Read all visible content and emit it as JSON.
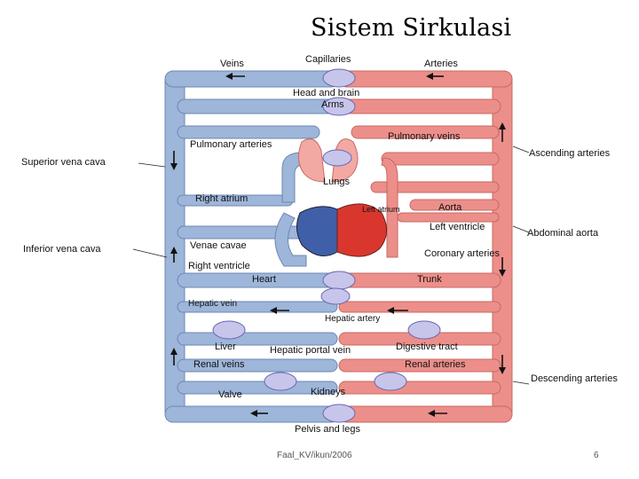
{
  "slide": {
    "title": "Sistem Sirkulasi",
    "footer": "Faal_KV/ikun/2006",
    "page_number": "6"
  },
  "diagram": {
    "labels": {
      "veins": "Veins",
      "capillaries": "Capillaries",
      "arteries": "Arteries",
      "head_and_brain": "Head and brain",
      "arms": "Arms",
      "pulmonary_arteries": "Pulmonary arteries",
      "pulmonary_veins": "Pulmonary veins",
      "superior_vena_cava": "Superior vena cava",
      "ascending_arteries": "Ascending arteries",
      "lungs": "Lungs",
      "right_atrium": "Right atrium",
      "left_atrium": "Left atrium",
      "aorta": "Aorta",
      "left_ventricle": "Left ventricle",
      "abdominal_aorta": "Abdominal aorta",
      "inferior_vena_cava": "Inferior vena cava",
      "venae_cavae": "Venae cavae",
      "right_ventricle": "Right ventricle",
      "coronary_arteries": "Coronary arteries",
      "heart": "Heart",
      "trunk": "Trunk",
      "hepatic_vein": "Hepatic vein",
      "hepatic_artery": "Hepatic artery",
      "liver": "Liver",
      "hepatic_portal_vein": "Hepatic portal vein",
      "digestive_tract": "Digestive tract",
      "renal_veins": "Renal veins",
      "renal_arteries": "Renal arteries",
      "descending_arteries": "Descending arteries",
      "valve": "Valve",
      "kidneys": "Kidneys",
      "pelvis_and_legs": "Pelvis and legs"
    },
    "colors": {
      "vein_blue": "#9db6d9",
      "artery_red": "#ec8f8a",
      "capillary_purple": "#8d89c8",
      "lung_pink": "#f2a9a4",
      "heart_red": "#d9372d",
      "heart_blue": "#3f5fa8"
    }
  }
}
